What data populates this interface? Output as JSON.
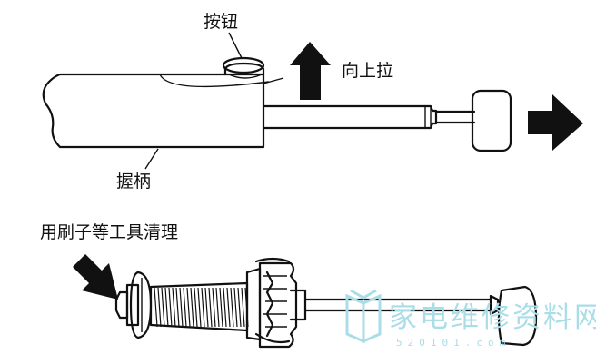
{
  "labels": {
    "button": "按钮",
    "pull_up": "向上拉",
    "handle": "握柄",
    "brush_clean": "用刷子等工具清理"
  },
  "watermark": {
    "cn": "家电维修资料网",
    "en": "520101.com"
  },
  "colors": {
    "ink": "#111111",
    "watermark": "#a9dde8",
    "background": "#ffffff"
  },
  "icons": [
    "up-arrow-icon",
    "right-arrow-icon",
    "down-right-arrow-icon",
    "book-logo-icon"
  ]
}
